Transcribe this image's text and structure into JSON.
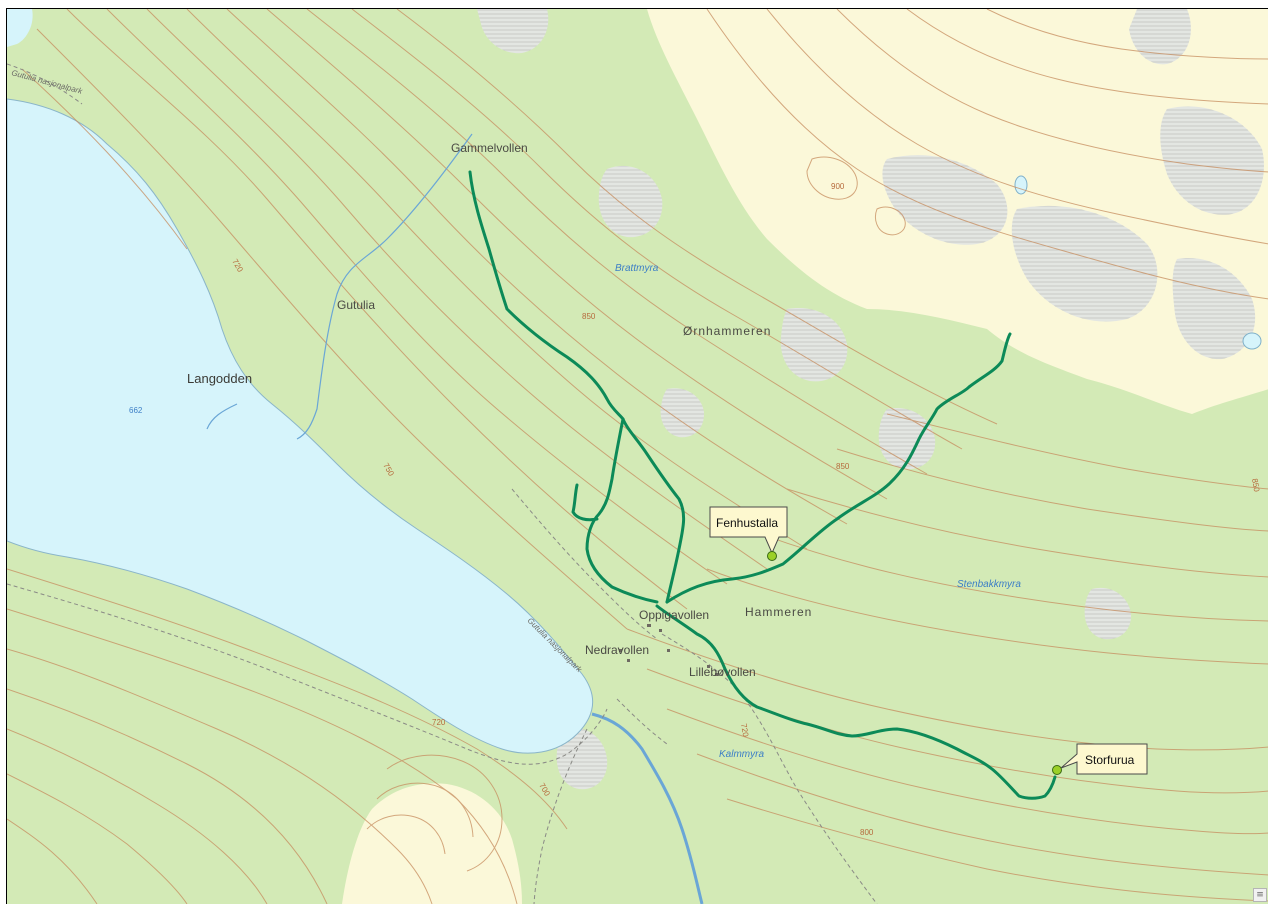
{
  "map": {
    "places": {
      "gammelvollen": "Gammelvollen",
      "gutulia": "Gutulia",
      "langodden": "Langodden",
      "ornhammeren": "Ørnhammeren",
      "hammeren": "Hammeren",
      "oppvollen": "Oppigavollen",
      "nedravollen": "Nedravollen",
      "lillevollen": "Lillebøvollen"
    },
    "water_names": {
      "brattmyra": "Brattmyra",
      "stenbakkmyra": "Stenbakkmyra",
      "kalmyra": "Kalmmyra"
    },
    "road_labels": {
      "top_left": "Gutulia nasjonalpark",
      "lakeshore": "Gutulia nasjonalpark"
    },
    "elevations": {
      "lake": "662",
      "e900": "900",
      "e850a": "850",
      "e850b": "850",
      "e750": "750",
      "e720a": "720",
      "e720b": "720",
      "e720c": "720",
      "e700": "700",
      "e800": "800",
      "e850c": "850"
    },
    "callouts": {
      "fenhustalla": "Fenhustalla",
      "storfurua": "Storfurua"
    },
    "colors": {
      "forest": "#d3eab6",
      "open_land": "#fbf8d9",
      "marsh": "#e1e4df",
      "water": "#d6f4fb",
      "contour": "#c68c5e",
      "trail": "#0c8a58",
      "river": "#6aa6d6",
      "callout_fill": "#fdf8cf",
      "marker": "#9bd028"
    },
    "corner_icon": "grid-icon"
  }
}
